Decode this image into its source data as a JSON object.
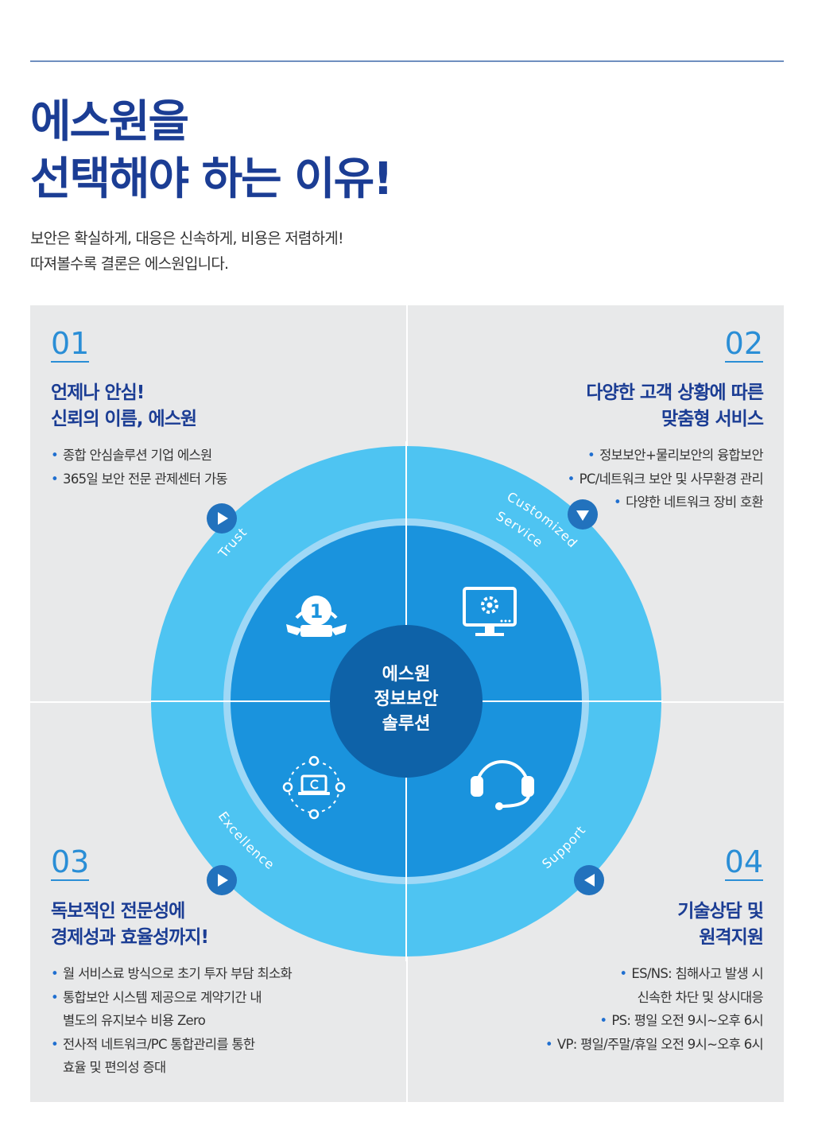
{
  "header": {
    "title_line1": "에스원을",
    "title_line2": "선택해야 하는 이유!",
    "subtitle_line1": "보안은 확실하게, 대응은 신속하게, 비용은 저렴하게!",
    "subtitle_line2": "따져볼수록 결론은 에스원입니다."
  },
  "colors": {
    "title": "#1b3d94",
    "accent": "#2a8ed6",
    "outer_ring": "#4ec4f2",
    "inner_disc": "#1a93dd",
    "center": "#0e62a8",
    "panel": "#e8e9ea"
  },
  "diagram": {
    "center_line1": "에스원",
    "center_line2": "정보보안",
    "center_line3": "솔루션",
    "label_trust": "Trust",
    "label_customized": "Customized",
    "label_service": "Service",
    "label_excellence": "Excellence",
    "label_support": "Support",
    "icons": [
      "award-icon",
      "monitor-gear-icon",
      "laptop-network-icon",
      "headset-icon"
    ]
  },
  "sections": {
    "q1": {
      "number": "01",
      "title_line1": "언제나 안심!",
      "title_line2": "신뢰의 이름, 에스원",
      "bullets": [
        "종합 안심솔루션 기업 에스원",
        "365일 보안 전문 관제센터 가동"
      ]
    },
    "q2": {
      "number": "02",
      "title_line1": "다양한 고객 상황에 따른",
      "title_line2": "맞춤형 서비스",
      "bullets": [
        "정보보안+물리보안의 융합보안",
        "PC/네트워크 보안 및 사무환경 관리",
        "다양한 네트워크 장비 호환"
      ]
    },
    "q3": {
      "number": "03",
      "title_line1": "독보적인 전문성에",
      "title_line2": "경제성과 효율성까지!",
      "bullets": [
        "월 서비스료 방식으로 초기 투자 부담 최소화",
        "통합보안 시스템 제공으로 계약기간 내",
        "별도의 유지보수 비용 Zero",
        "전사적 네트워크/PC 통합관리를 통한",
        "효율 및 편의성 증대"
      ]
    },
    "q4": {
      "number": "04",
      "title_line1": "기술상담 및",
      "title_line2": "원격지원",
      "bullets": [
        "ES/NS: 침해사고 발생 시",
        "신속한 차단 및 상시대응",
        "PS: 평일 오전 9시~오후 6시",
        "VP: 평일/주말/휴일 오전 9시~오후 6시"
      ]
    }
  }
}
